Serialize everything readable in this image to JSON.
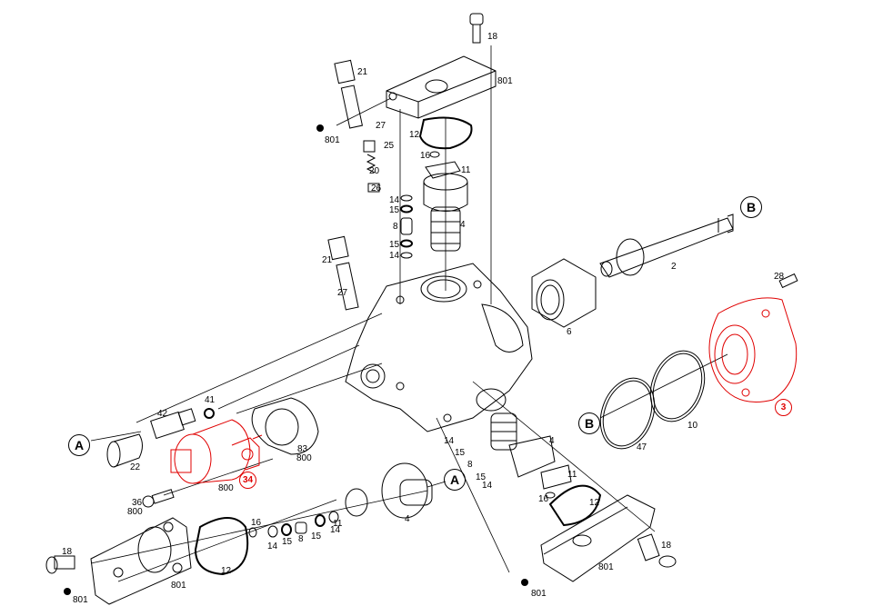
{
  "diagram": {
    "callouts": [
      "A",
      "A",
      "B",
      "B"
    ],
    "highlighted_parts": [
      "34",
      "3"
    ],
    "accent_color": "#e00000",
    "labels": [
      "18",
      "801",
      "21",
      "27",
      "801",
      "25",
      "20",
      "26",
      "12",
      "16",
      "11",
      "14",
      "15",
      "8",
      "4",
      "15",
      "14",
      "21",
      "27",
      "2",
      "6",
      "28",
      "47",
      "10",
      "41",
      "42",
      "22",
      "83",
      "800",
      "800",
      "36",
      "800",
      "14",
      "15",
      "8",
      "15",
      "14",
      "4",
      "11",
      "16",
      "12",
      "11",
      "4",
      "16",
      "14",
      "15",
      "8",
      "15",
      "14",
      "12",
      "18",
      "801",
      "801",
      "18",
      "801",
      "801"
    ]
  }
}
